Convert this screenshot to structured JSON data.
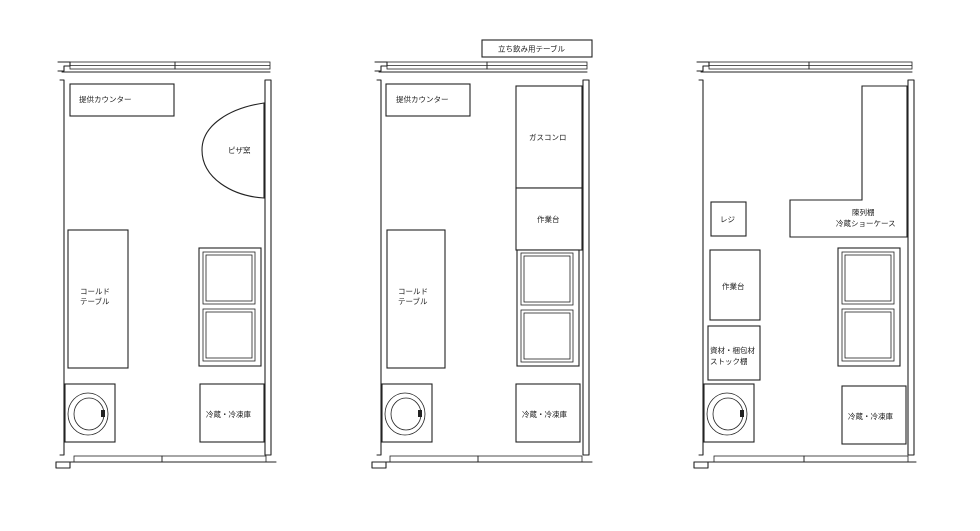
{
  "plans": [
    {
      "labels": {
        "counter": "提供カウンター",
        "pizza_oven": "ピザ窯",
        "cold_table_1": "コールド",
        "cold_table_2": "テーブル",
        "fridge": "冷蔵・冷凍庫"
      }
    },
    {
      "labels": {
        "standing_table": "立ち飲み用テーブル",
        "counter": "提供カウンター",
        "gas_stove": "ガスコンロ",
        "work_table": "作業台",
        "cold_table_1": "コールド",
        "cold_table_2": "テーブル",
        "fridge": "冷蔵・冷凍庫"
      }
    },
    {
      "labels": {
        "register": "レジ",
        "showcase_1": "陳列棚",
        "showcase_2": "冷蔵ショーケース",
        "work_table": "作業台",
        "stock_1": "資材・梱包材",
        "stock_2": "ストック棚",
        "fridge": "冷蔵・冷凍庫"
      }
    }
  ]
}
